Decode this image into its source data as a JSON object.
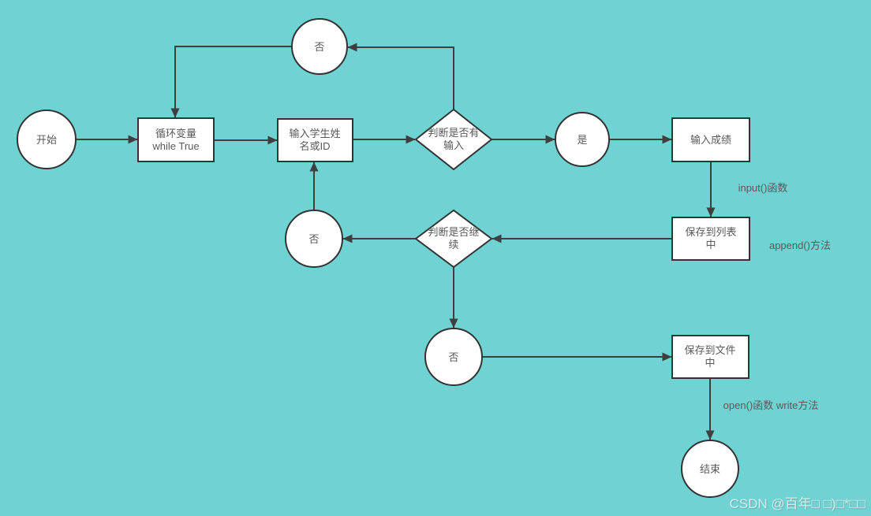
{
  "nodes": {
    "start": {
      "label": "开始"
    },
    "loop_var": {
      "line1": "循环变量",
      "line2": "while True"
    },
    "input_student": {
      "line1": "输入学生姓",
      "line2": "名或ID"
    },
    "check_has_input": {
      "line1": "判断是否有",
      "line2": "输入"
    },
    "yes": {
      "label": "是"
    },
    "input_score": {
      "label": "输入成绩"
    },
    "save_to_list": {
      "line1": "保存到列表",
      "line2": "中"
    },
    "check_continue": {
      "line1": "判断是否继",
      "line2": "续"
    },
    "no_top": {
      "label": "否"
    },
    "no_middle": {
      "label": "否"
    },
    "no_bottom": {
      "label": "否"
    },
    "save_to_file": {
      "line1": "保存到文件",
      "line2": "中"
    },
    "end": {
      "label": "结束"
    }
  },
  "annotations": {
    "input_fn": "input()函数",
    "append_fn": "append()方法",
    "open_fn_line1": "open()函数",
    "open_fn_line2": "write方法"
  },
  "watermark": "CSDN @百年□ □)□*□□",
  "colors": {
    "background": "#70d3d3",
    "node_fill": "#ffffff",
    "node_border": "#333333",
    "arrow": "#3f3f3f",
    "label_text": "#595959",
    "watermark_text": "#e6f2f2"
  }
}
